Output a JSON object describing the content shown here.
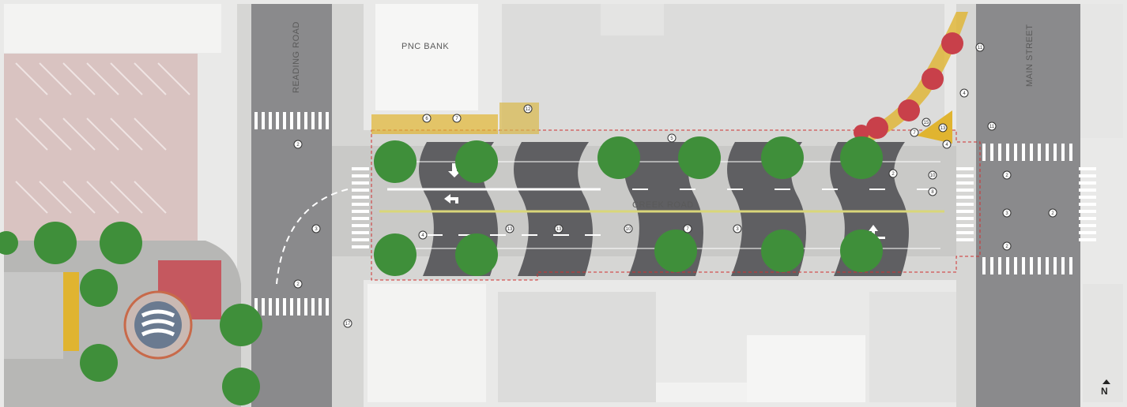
{
  "labels": {
    "reading_road": "READING ROAD",
    "pnc_bank": "PNC BANK",
    "main_street": "MAIN STREET",
    "creek_road": "CREEK ROAD",
    "north": "N"
  },
  "colors": {
    "asphalt": "#5f5f62",
    "road": "#8e8e90",
    "sidewalk": "#d6d6d4",
    "building": "#f1f1f0",
    "parking": "#dcdcdc",
    "parking_pink": "#d9b9b6",
    "tree": "#3f8f3a",
    "planting_yellow": "#e0b430",
    "planting_red": "#c8404a",
    "boundary": "#d03030",
    "centerline": "#d9d67a"
  },
  "icons": [
    "north-arrow-icon",
    "logo-medallion-icon",
    "lane-arrow-icon"
  ],
  "callouts": [
    {
      "id": "c1",
      "label": "2"
    },
    {
      "id": "c2",
      "label": "6"
    },
    {
      "id": "c3",
      "label": "7"
    },
    {
      "id": "c4",
      "label": "12"
    },
    {
      "id": "c5",
      "label": "5"
    },
    {
      "id": "c6",
      "label": "11"
    },
    {
      "id": "c7",
      "label": "4"
    },
    {
      "id": "c8",
      "label": "15"
    },
    {
      "id": "c9",
      "label": "7"
    },
    {
      "id": "c10",
      "label": "13"
    },
    {
      "id": "c11",
      "label": "4"
    },
    {
      "id": "c12",
      "label": "11"
    },
    {
      "id": "c13",
      "label": "2"
    },
    {
      "id": "c14",
      "label": "10"
    },
    {
      "id": "c15",
      "label": "8"
    },
    {
      "id": "c16",
      "label": "3"
    },
    {
      "id": "c17",
      "label": "2"
    },
    {
      "id": "c18",
      "label": "2"
    },
    {
      "id": "c19",
      "label": "2"
    },
    {
      "id": "c20",
      "label": "3"
    },
    {
      "id": "c21",
      "label": "4"
    },
    {
      "id": "c22",
      "label": "13"
    },
    {
      "id": "c23",
      "label": "13"
    },
    {
      "id": "c24",
      "label": "10"
    },
    {
      "id": "c25",
      "label": "7"
    },
    {
      "id": "c26",
      "label": "3"
    },
    {
      "id": "c27",
      "label": "2"
    },
    {
      "id": "c28",
      "label": "17"
    }
  ]
}
